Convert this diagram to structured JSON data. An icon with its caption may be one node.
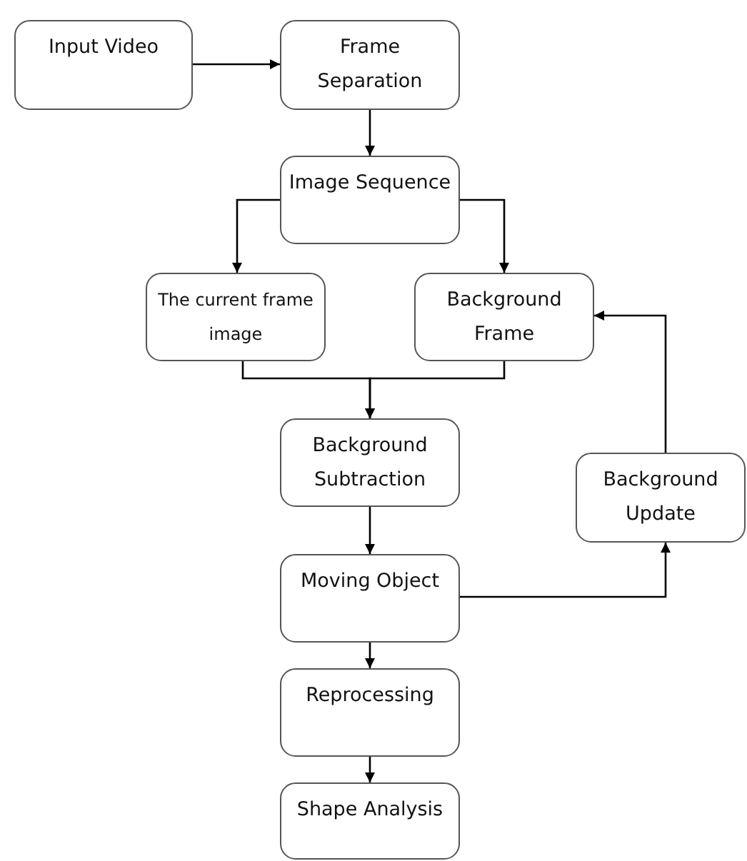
{
  "diagram": {
    "nodes": [
      {
        "text": [
          "Input Video"
        ]
      },
      {
        "text": [
          "Frame Separation"
        ]
      },
      {
        "text": [
          "Image Sequence"
        ]
      },
      {
        "text": [
          "The current frame image"
        ]
      },
      {
        "text": [
          "Background Frame"
        ]
      },
      {
        "text": [
          "Background Subtraction"
        ]
      },
      {
        "text": [
          "Background Update"
        ]
      },
      {
        "text": [
          "Moving Object"
        ]
      },
      {
        "text": [
          "Reprocessing"
        ]
      },
      {
        "text": [
          "Shape Analysis"
        ]
      }
    ],
    "edges": [
      {
        "from": 0,
        "to": 1,
        "arrow": "to"
      },
      {
        "from": 1,
        "to": 2,
        "arrow": "to"
      },
      {
        "from": 2,
        "to": 3,
        "arrow": "to"
      },
      {
        "from": 2,
        "to": 4,
        "arrow": "to"
      },
      {
        "from": 3,
        "to": 5,
        "arrow": "to"
      },
      {
        "from": 4,
        "to": 5,
        "arrow": "to"
      },
      {
        "from": 5,
        "to": 7,
        "arrow": "to"
      },
      {
        "from": 7,
        "to": 6,
        "arrow": "to"
      },
      {
        "from": 6,
        "to": 4,
        "arrow": "to"
      },
      {
        "from": 7,
        "to": 8,
        "arrow": "to"
      },
      {
        "from": 8,
        "to": 9,
        "arrow": "to"
      }
    ]
  }
}
